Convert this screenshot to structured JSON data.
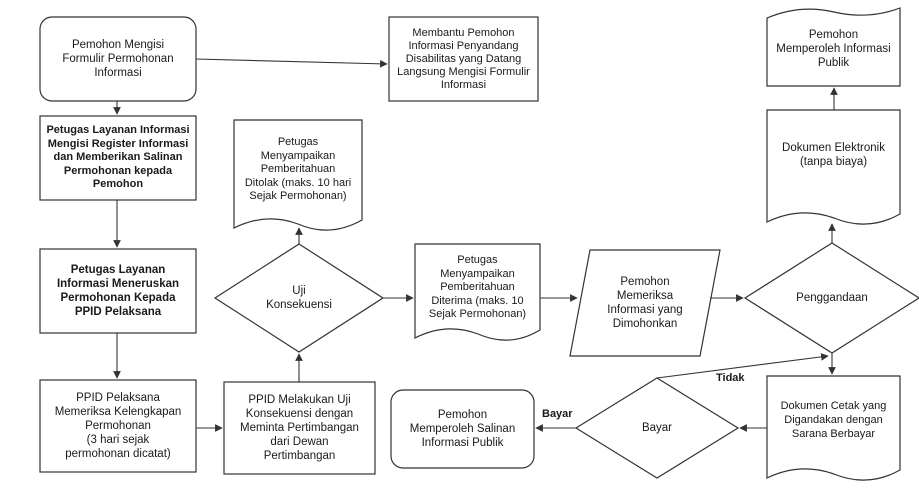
{
  "nodes": {
    "n1": "Pemohon Mengisi\nFormulir Permohonan\nInformasi",
    "n2": "Membantu Pemohon\nInformasi Penyandang\nDisabilitas yang Datang\nLangsung Mengisi Formulir\nInformasi",
    "n3": "Petugas Layanan Informasi\nMengisi Register Informasi\ndan Memberikan Salinan\nPermohonan kepada\nPemohon",
    "n4": "Petugas Layanan\nInformasi Meneruskan\nPermohonan Kepada\nPPID Pelaksana",
    "n5": "PPID Pelaksana\nMemeriksa Kelengkapan\nPermohonan\n(3 hari sejak\npermohonan dicatat)",
    "n6": "PPID Melakukan Uji\nKonsekuensi dengan\nMeminta Pertimbangan\ndari Dewan\nPertimbangan",
    "n7": "Uji\nKonsekuensi",
    "n8": "Petugas\nMenyampaikan\nPemberitahuan\nDitolak (maks. 10 hari\nSejak Permohonan)",
    "n9": "Petugas\nMenyampaikan\nPemberitahuan\nDiterima (maks. 10\nSejak Permohonan)",
    "n10": "Pemohon\nMemeriksa\nInformasi yang\nDimohonkan",
    "n11": "Penggandaan",
    "n12": "Dokumen Elektronik\n(tanpa biaya)",
    "n13": "Pemohon\nMemperoleh Informasi\nPublik",
    "n14": "Dokumen Cetak yang\nDigandakan dengan\nSarana Berbayar",
    "n15": "Bayar",
    "n16": "Pemohon\nMemperoleh Salinan\nInformasi Publik"
  },
  "labels": {
    "tidak": "Tidak",
    "bayar": "Bayar"
  }
}
